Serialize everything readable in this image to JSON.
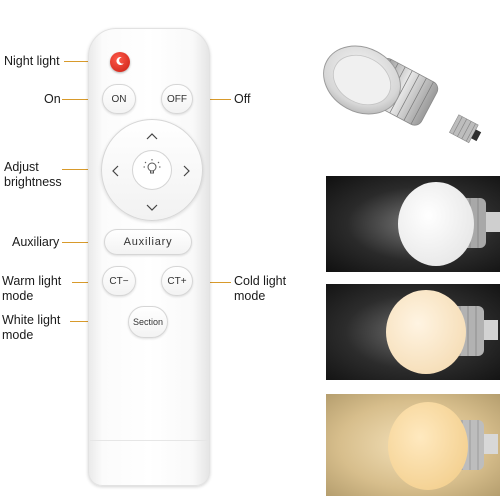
{
  "callouts": {
    "night_light": "Night light",
    "on": "On",
    "off": "Off",
    "adjust_line1": "Adjust",
    "adjust_line2": "brightness",
    "auxiliary": "Auxiliary",
    "warm_line1": "Warm light",
    "warm_line2": "mode",
    "cold_line1": "Cold light",
    "cold_line2": "mode",
    "white_line1": "White light",
    "white_line2": "mode"
  },
  "remote_buttons": {
    "on": "ON",
    "off": "OFF",
    "auxiliary": "Auxiliary",
    "ct_minus": "CT−",
    "ct_plus": "CT+",
    "section": "Section"
  },
  "colors": {
    "leader": "#d89a2b",
    "night_button": "#d3241a",
    "white_light": "#ffffff",
    "natural_light": "#fbe7c8",
    "warm_light": "#f6d79c"
  },
  "icons": [
    "moon-icon",
    "bulb-icon",
    "arrow-up-icon",
    "arrow-down-icon",
    "arrow-left-icon",
    "arrow-right-icon"
  ]
}
